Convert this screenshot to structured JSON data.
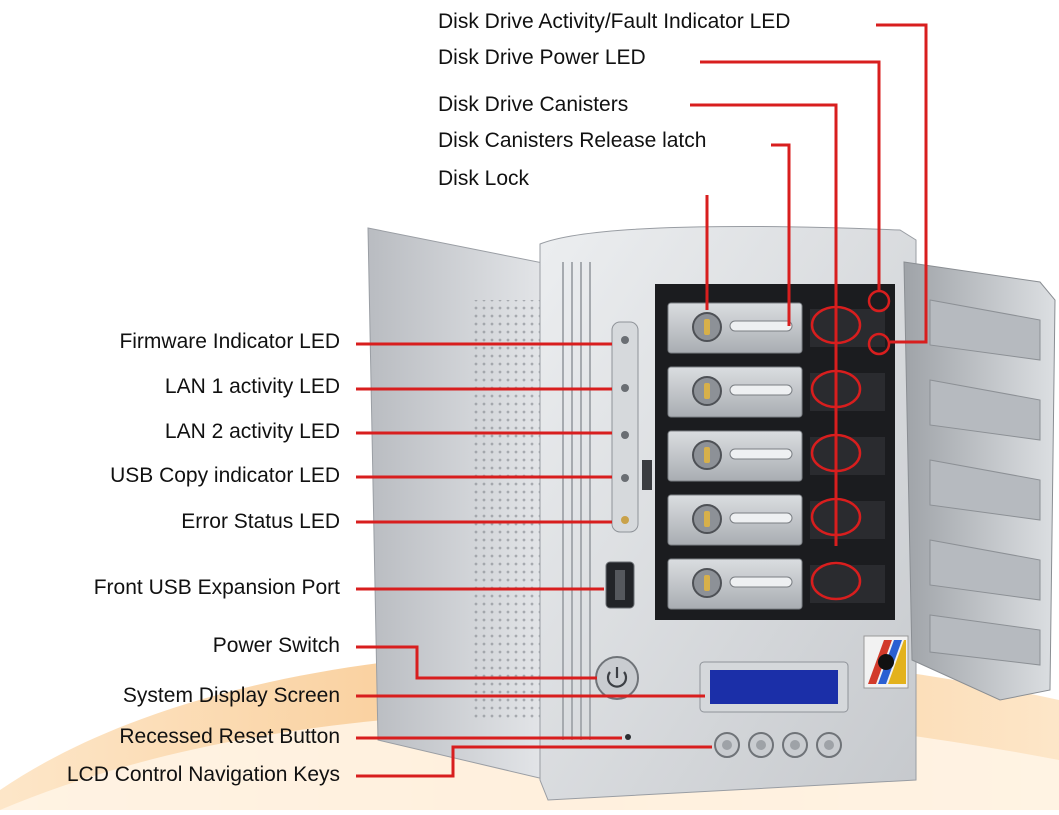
{
  "colors": {
    "callout": "#d81e1e",
    "chassis": "#cfd2d6",
    "bay": "#1b1c1f",
    "tray": "#c4c7cb",
    "lcd": "#1b2fa8",
    "swoosh": "#f6c48a"
  },
  "callouts_top": [
    "Disk Drive Activity/Fault Indicator LED",
    "Disk Drive Power LED",
    "Disk Drive Canisters",
    "Disk Canisters Release latch",
    "Disk Lock"
  ],
  "callouts_left": [
    "Firmware Indicator LED",
    "LAN 1 activity LED",
    "LAN 2 activity LED",
    "USB Copy indicator LED",
    "Error Status LED",
    "Front USB Expansion Port",
    "Power Switch",
    "System Display Screen",
    "Recessed Reset Button",
    "LCD Control Navigation Keys"
  ],
  "device": {
    "drive_bay_count": 5,
    "nav_key_count": 4,
    "icons": {
      "power": "power-icon",
      "lock": "key-lock-icon",
      "logo": "brand-logo-icon"
    }
  }
}
